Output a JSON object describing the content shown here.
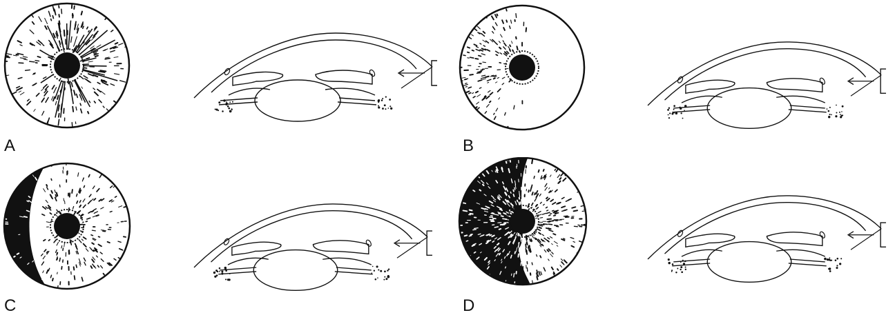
{
  "panels": [
    {
      "id": "a",
      "label": "A"
    },
    {
      "id": "b",
      "label": "B"
    },
    {
      "id": "c",
      "label": "C"
    },
    {
      "id": "d",
      "label": "D"
    }
  ],
  "colors": {
    "ink": "#111111",
    "paper": "#ffffff"
  }
}
